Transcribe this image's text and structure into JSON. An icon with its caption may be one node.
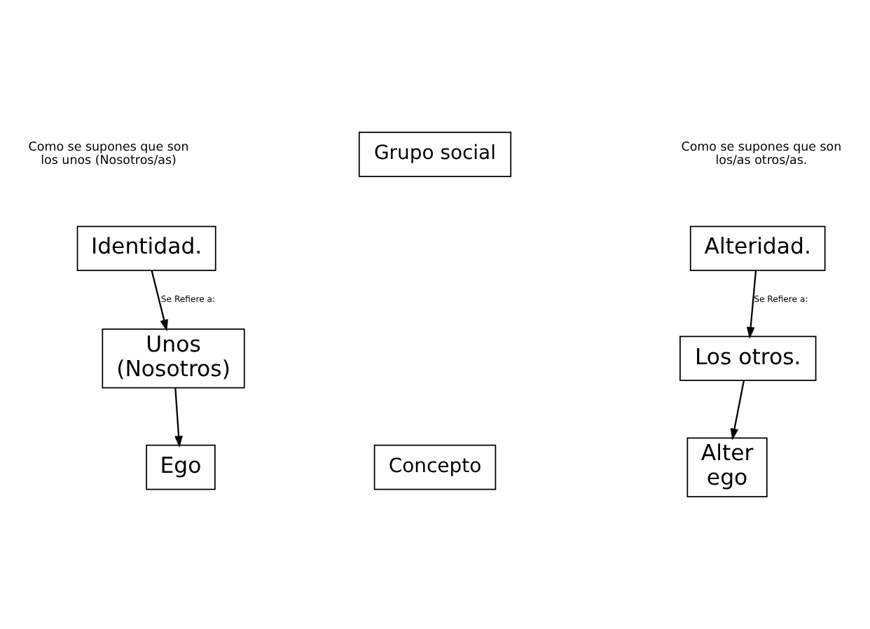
{
  "diagram": {
    "nodes": [
      {
        "text": [
          "Grupo social"
        ]
      },
      {
        "text": [
          "Identidad."
        ]
      },
      {
        "text": [
          "Unos (Nosotros)"
        ]
      },
      {
        "text": [
          "Ego"
        ]
      },
      {
        "text": [
          "Alteridad."
        ]
      },
      {
        "text": [
          "Los otros."
        ]
      },
      {
        "text": [
          "Alter ego"
        ]
      },
      {
        "text": [
          "Concepto"
        ]
      }
    ],
    "edges": [
      {
        "from": 1,
        "to": 2,
        "arrow": "to",
        "label": "Se Refiere a:"
      },
      {
        "from": 2,
        "to": 3,
        "arrow": "to"
      },
      {
        "from": 4,
        "to": 5,
        "arrow": "to",
        "label": "Se Refiere a:"
      },
      {
        "from": 5,
        "to": 6,
        "arrow": "to"
      }
    ],
    "labels": [
      "Como se supones que son los unos (Nosotros/as)",
      "Como se supones que son los/as otros/as."
    ]
  }
}
